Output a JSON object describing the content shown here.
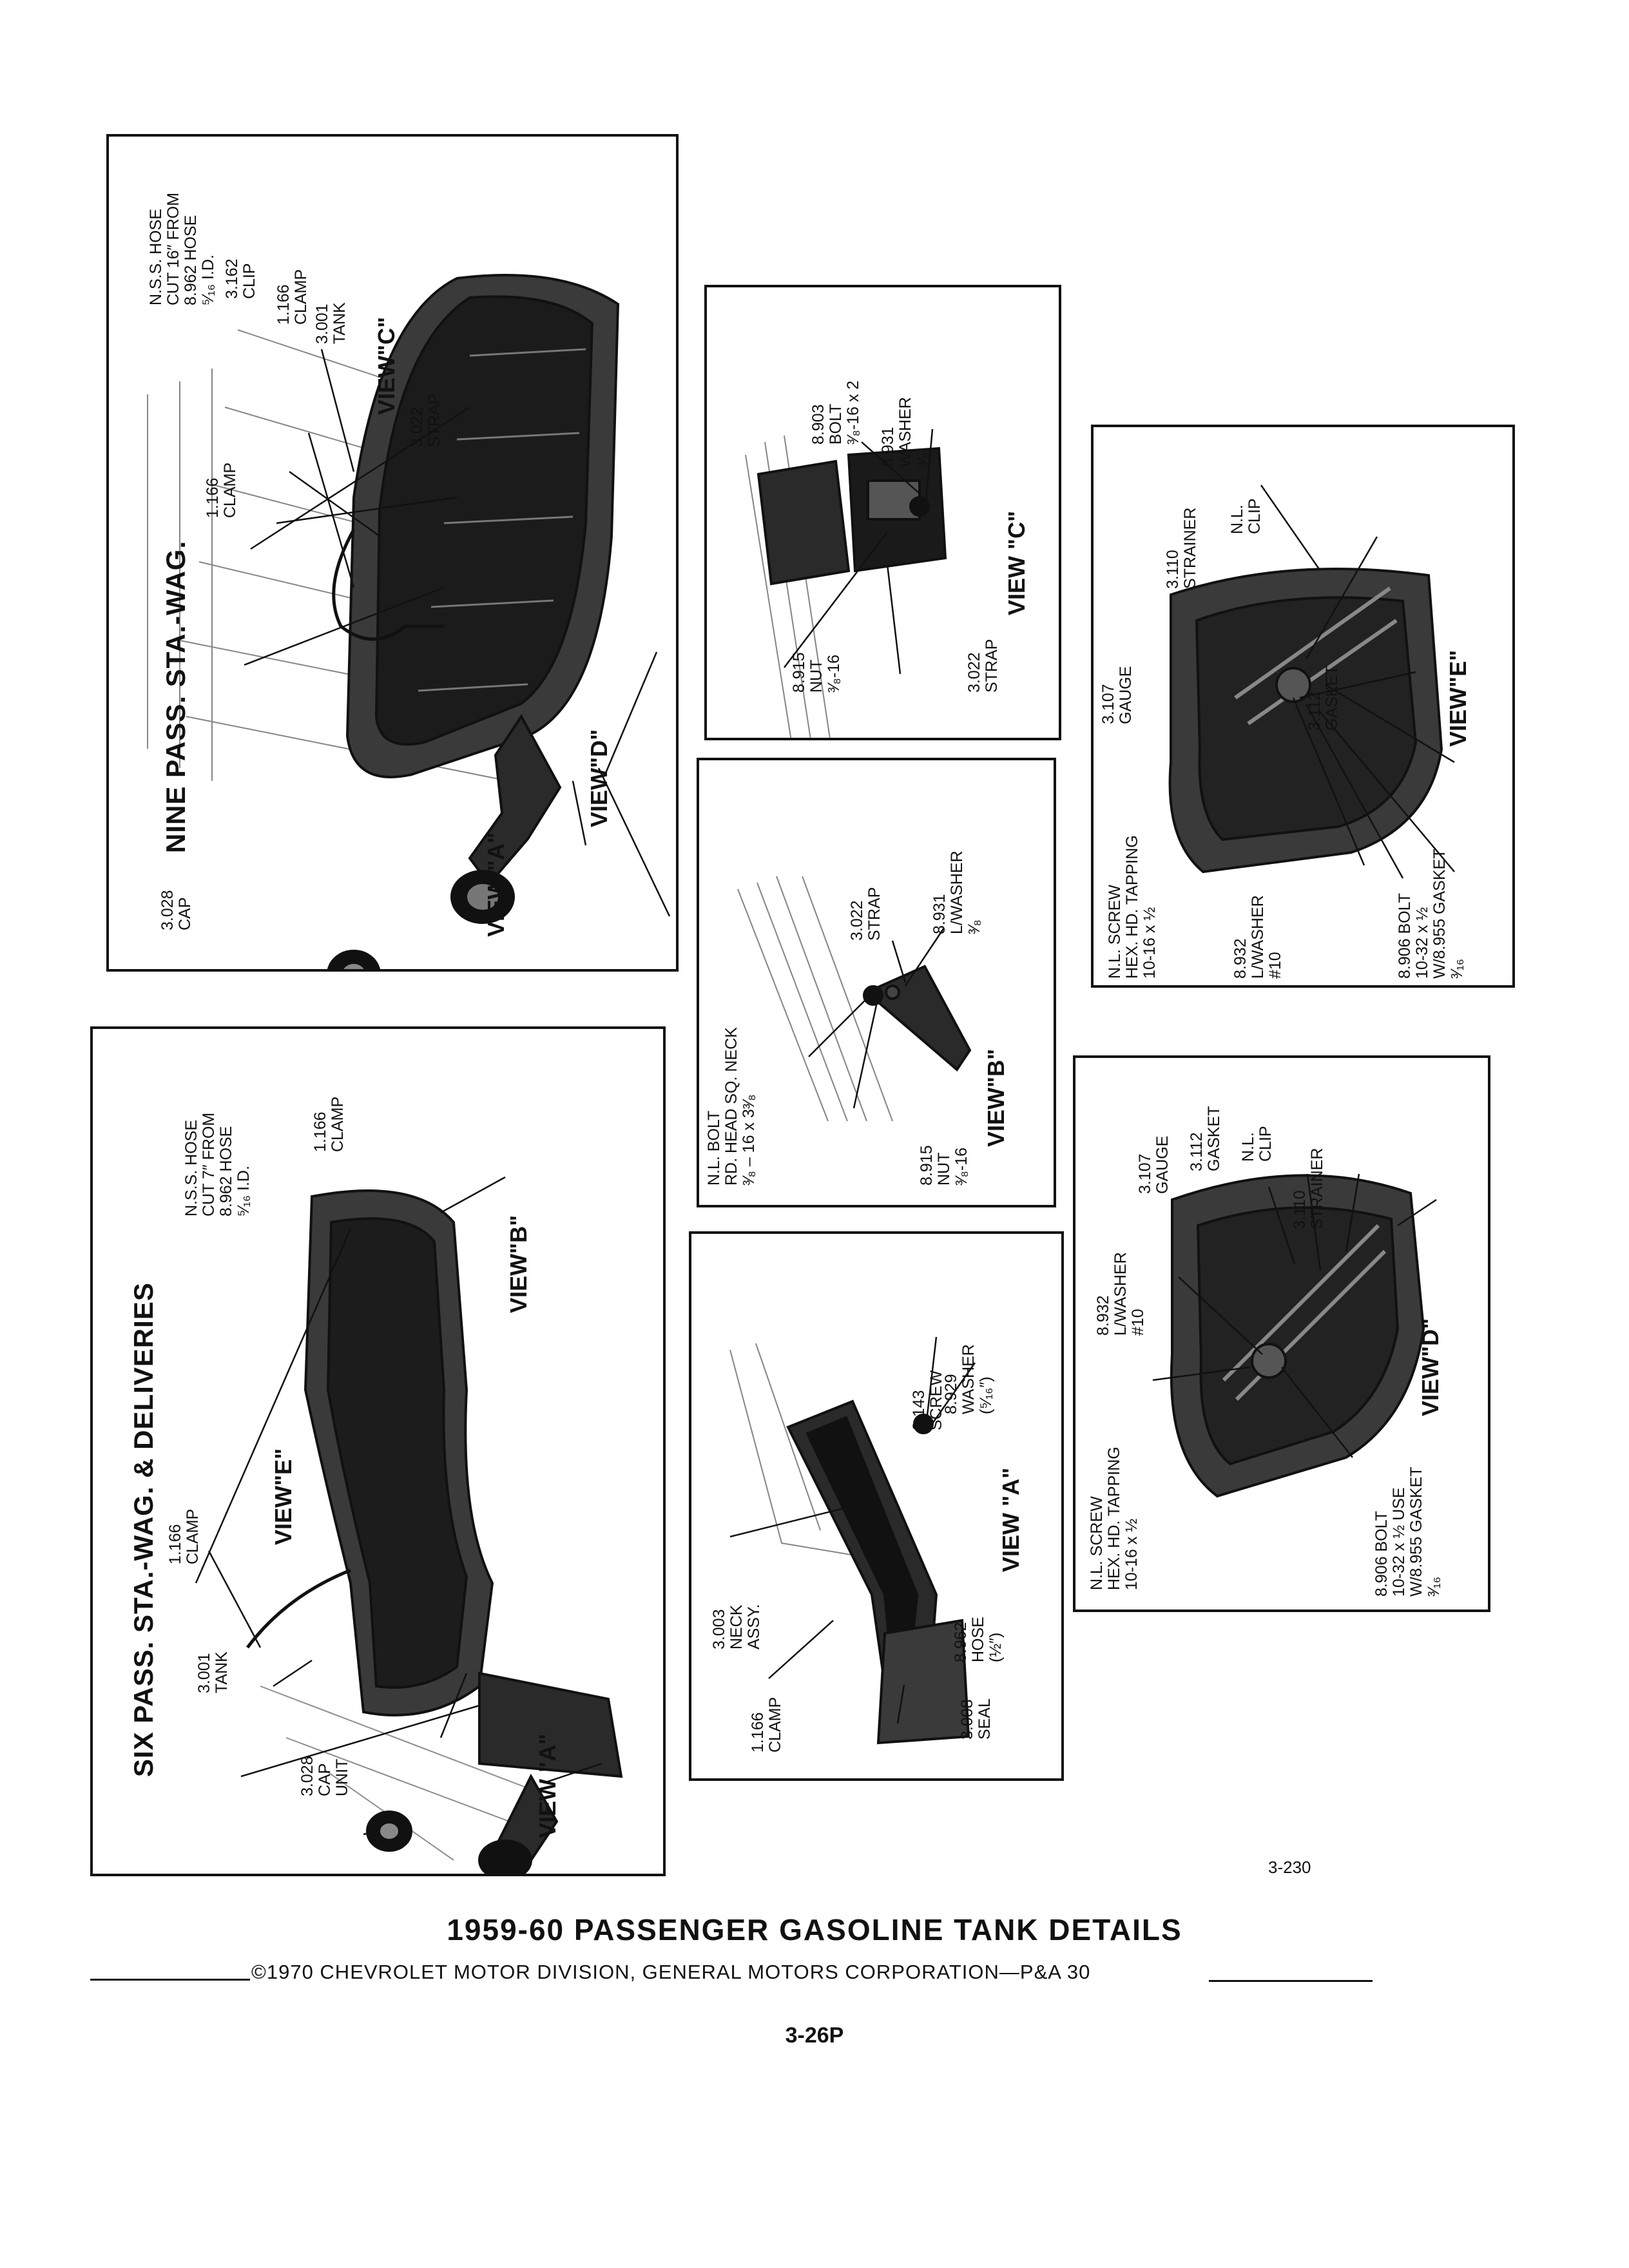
{
  "reference_code": "3-230",
  "footer": {
    "title": "1959-60 PASSENGER GASOLINE TANK DETAILS",
    "copyright": "©1970 CHEVROLET MOTOR DIVISION, GENERAL MOTORS CORPORATION—P&A 30",
    "page": "3-26P"
  },
  "panels": {
    "nine_pass": {
      "title": "NINE PASS. STA.-WAG.",
      "labels": {
        "hose": [
          "N.S.S. HOSE",
          "CUT 16″ FROM",
          "8.962 HOSE",
          "⁵⁄₁₆ I.D."
        ],
        "clip": [
          "3.162",
          "CLIP"
        ],
        "clamp_top": [
          "1.166",
          "CLAMP"
        ],
        "tank": [
          "3.001",
          "TANK"
        ],
        "clamp_left": [
          "1.166",
          "CLAMP"
        ],
        "strap": [
          "3.022",
          "STRAP"
        ],
        "cap": [
          "3.028",
          "CAP"
        ]
      },
      "views": {
        "c": "VIEW\"C\"",
        "d": "VIEW\"D\"",
        "a": "VIEW \"A\""
      }
    },
    "view_c": {
      "title": "VIEW \"C\"",
      "labels": {
        "bolt": [
          "8.903",
          "BOLT",
          "³⁄₈-16 x 2"
        ],
        "washer": [
          "8.931",
          "WASHER",
          "³⁄₈"
        ],
        "nut": [
          "8.915",
          "NUT",
          "³⁄₈-16"
        ],
        "strap": [
          "3.022",
          "STRAP"
        ]
      }
    },
    "view_b": {
      "title": "VIEW\"B\"",
      "labels": {
        "bolt": [
          "N.L. BOLT",
          "RD. HEAD SQ. NECK",
          "³⁄₈ – 16 x 3³⁄₈"
        ],
        "strap": [
          "3.022",
          "STRAP"
        ],
        "washer": [
          "8.931",
          "L/WASHER",
          "³⁄₈"
        ],
        "nut": [
          "8.915",
          "NUT",
          "³⁄₈-16"
        ]
      }
    },
    "view_e": {
      "title": "VIEW\"E\"",
      "labels": {
        "clip": [
          "N.L.",
          "CLIP"
        ],
        "strainer": [
          "3.110",
          "STRAINER"
        ],
        "gauge": [
          "3.107",
          "GAUGE"
        ],
        "gasket": [
          "3.112",
          "GASKET"
        ],
        "screw": [
          "N.L. SCREW",
          "HEX. HD. TAPPING",
          "10-16 x ½"
        ],
        "washer": [
          "8.932",
          "L/WASHER",
          "#10"
        ],
        "bolt": [
          "8.906 BOLT",
          "10-32 x ½",
          "W/8.955 GASKET",
          "³⁄₁₆"
        ]
      }
    },
    "six_pass": {
      "title": "SIX PASS. STA.-WAG. & DELIVERIES",
      "labels": {
        "hose": [
          "N.S.S. HOSE",
          "CUT 7″ FROM",
          "8.962 HOSE",
          "⁵⁄₁₆ I.D."
        ],
        "clamp_top": [
          "1.166",
          "CLAMP"
        ],
        "clamp_left": [
          "1.166",
          "CLAMP"
        ],
        "tank": [
          "3.001",
          "TANK"
        ],
        "cap": [
          "3.028",
          "CAP",
          "UNIT"
        ]
      },
      "views": {
        "b": "VIEW\"B\"",
        "e": "VIEW\"E\"",
        "a": "VIEW \"A\""
      }
    },
    "view_a": {
      "title": "VIEW \"A\"",
      "labels": {
        "washer": [
          "8.929",
          "WASHER",
          "(⁵⁄₁₆″)"
        ],
        "screw": [
          "8.143",
          "SCREW"
        ],
        "neck": [
          "3.003",
          "NECK",
          "ASSY."
        ],
        "hose": [
          "8.962",
          "HOSE",
          "(½″)"
        ],
        "clamp": [
          "1.166",
          "CLAMP"
        ],
        "seal": [
          "3.008",
          "SEAL"
        ]
      }
    },
    "view_d": {
      "title": "VIEW\"D\"",
      "labels": {
        "gauge": [
          "3.107",
          "GAUGE"
        ],
        "gasket": [
          "3.112",
          "GASKET"
        ],
        "clip": [
          "N.L.",
          "CLIP"
        ],
        "strainer": [
          "3.110",
          "STRAINER"
        ],
        "washer": [
          "8.932",
          "L/WASHER",
          "#10"
        ],
        "screw": [
          "N.L. SCREW",
          "HEX. HD. TAPPING",
          "10-16 x ½"
        ],
        "bolt": [
          "8.906 BOLT",
          "10-32 x ½ USE",
          "W/8.955 GASKET",
          "³⁄₁₆"
        ]
      }
    }
  }
}
